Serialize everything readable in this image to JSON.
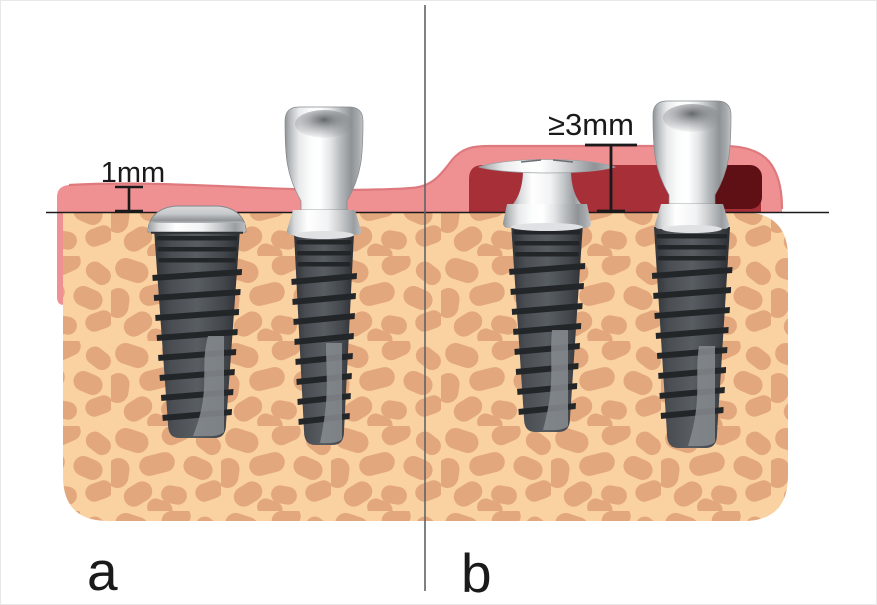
{
  "figure": {
    "type": "medical-illustration",
    "subject": "dental implants in bone with soft tissue thickness comparison",
    "panel_count": 2
  },
  "labels": {
    "panel_a": "a",
    "panel_b": "b",
    "measure_a": "1mm",
    "measure_b": "≥3mm"
  },
  "colors": {
    "gum": "#EF9093",
    "gum_edge": "#DE7A7E",
    "cavity": "#A62F38",
    "pocket": "#5E1015",
    "bone_bg": "#FAD2A2",
    "bone_blob": "#E3A77D",
    "screw_body": "#4A4E53",
    "screw_thread": "#232629",
    "screw_highlight": "#878C91",
    "metal_rim": "#DFE1E3",
    "crest_line": "#1A1A1A",
    "divider": "#5F6366",
    "label_text": "#1A1A1A"
  }
}
